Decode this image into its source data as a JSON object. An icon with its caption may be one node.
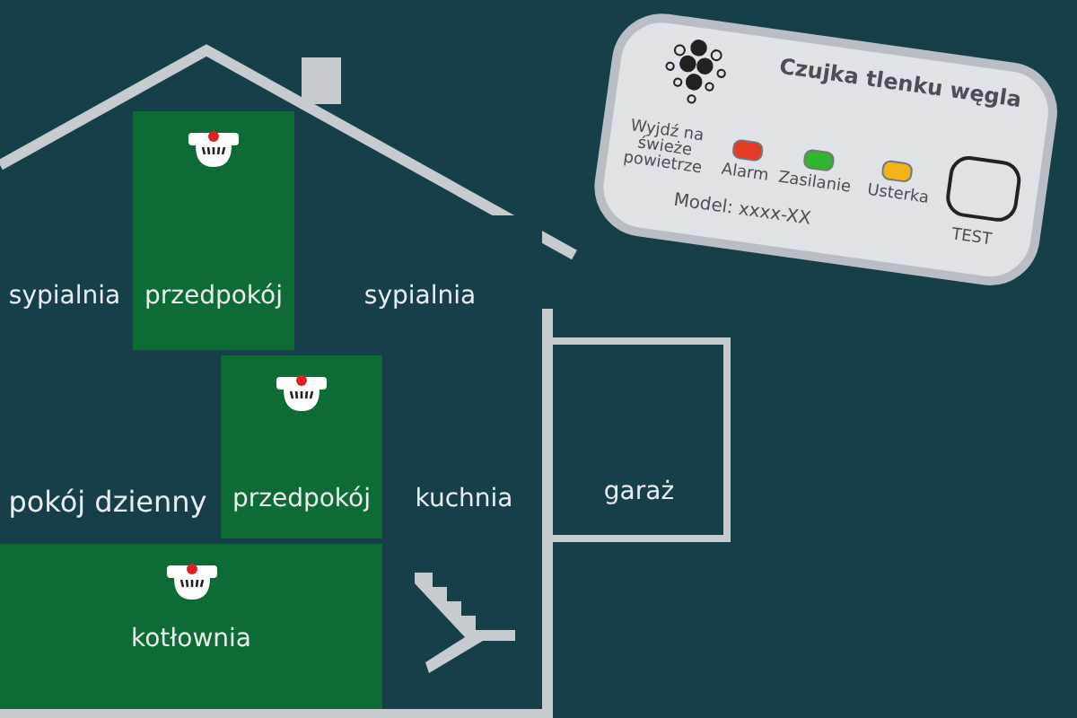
{
  "diagram": {
    "nodes": [
      {
        "text": [
          "sypialnia"
        ]
      },
      {
        "text": [
          "przedpokój"
        ]
      },
      {
        "text": [
          "sypialnia"
        ]
      },
      {
        "text": [
          "pokój dzienny"
        ]
      },
      {
        "text": [
          "przedpokój"
        ]
      },
      {
        "text": [
          "kuchnia"
        ]
      },
      {
        "text": [
          "garaż"
        ]
      },
      {
        "text": [
          "kotłownia"
        ]
      },
      {
        "text": [],
        "shape": "box"
      },
      {
        "text": [
          "Czujka tlenku węgla"
        ]
      }
    ],
    "labels": [
      "Wyjdź na świeże powietrze",
      "Alarm",
      "Zasilanie",
      "Usterka",
      "Model: xxxx-XX",
      "TEST"
    ]
  }
}
